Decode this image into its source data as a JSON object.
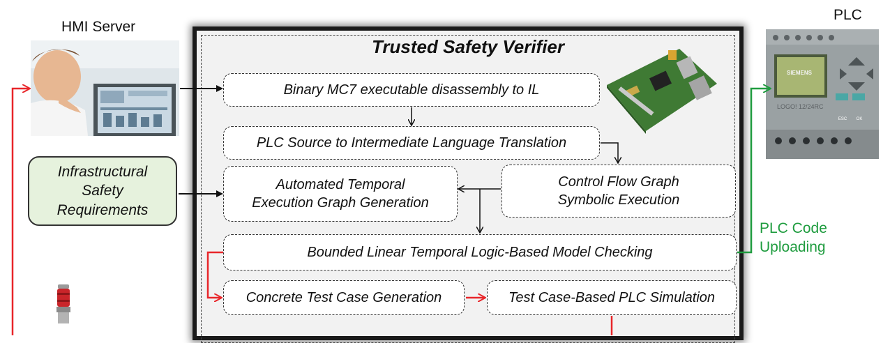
{
  "hmi": {
    "label": "HMI Server"
  },
  "plc": {
    "label": "PLC",
    "brand": "SIEMENS",
    "model": "LOGO! 12/24RC",
    "button_esc": "ESC",
    "button_ok": "OK"
  },
  "requirements": {
    "line1": "Infrastructural",
    "line2": "Safety",
    "line3": "Requirements"
  },
  "verifier": {
    "title": "Trusted Safety Verifier",
    "steps": {
      "disassembly": "Binary MC7 executable disassembly to IL",
      "translation": "PLC Source to Intermediate Language Translation",
      "teg_line1": "Automated  Temporal",
      "teg_line2": "Execution Graph Generation",
      "cfg_line1": "Control Flow Graph",
      "cfg_line2": "Symbolic Execution",
      "model_checking": "Bounded Linear Temporal Logic-Based Model Checking",
      "test_case": "Concrete Test Case Generation",
      "simulation": "Test Case-Based PLC Simulation"
    }
  },
  "upload": {
    "line1": "PLC Code",
    "line2": "Uploading"
  },
  "colors": {
    "red_path": "#e8262a",
    "green_path": "#1f9c3f",
    "box_fill": "#ffffff",
    "req_fill": "#e6f2dd"
  }
}
